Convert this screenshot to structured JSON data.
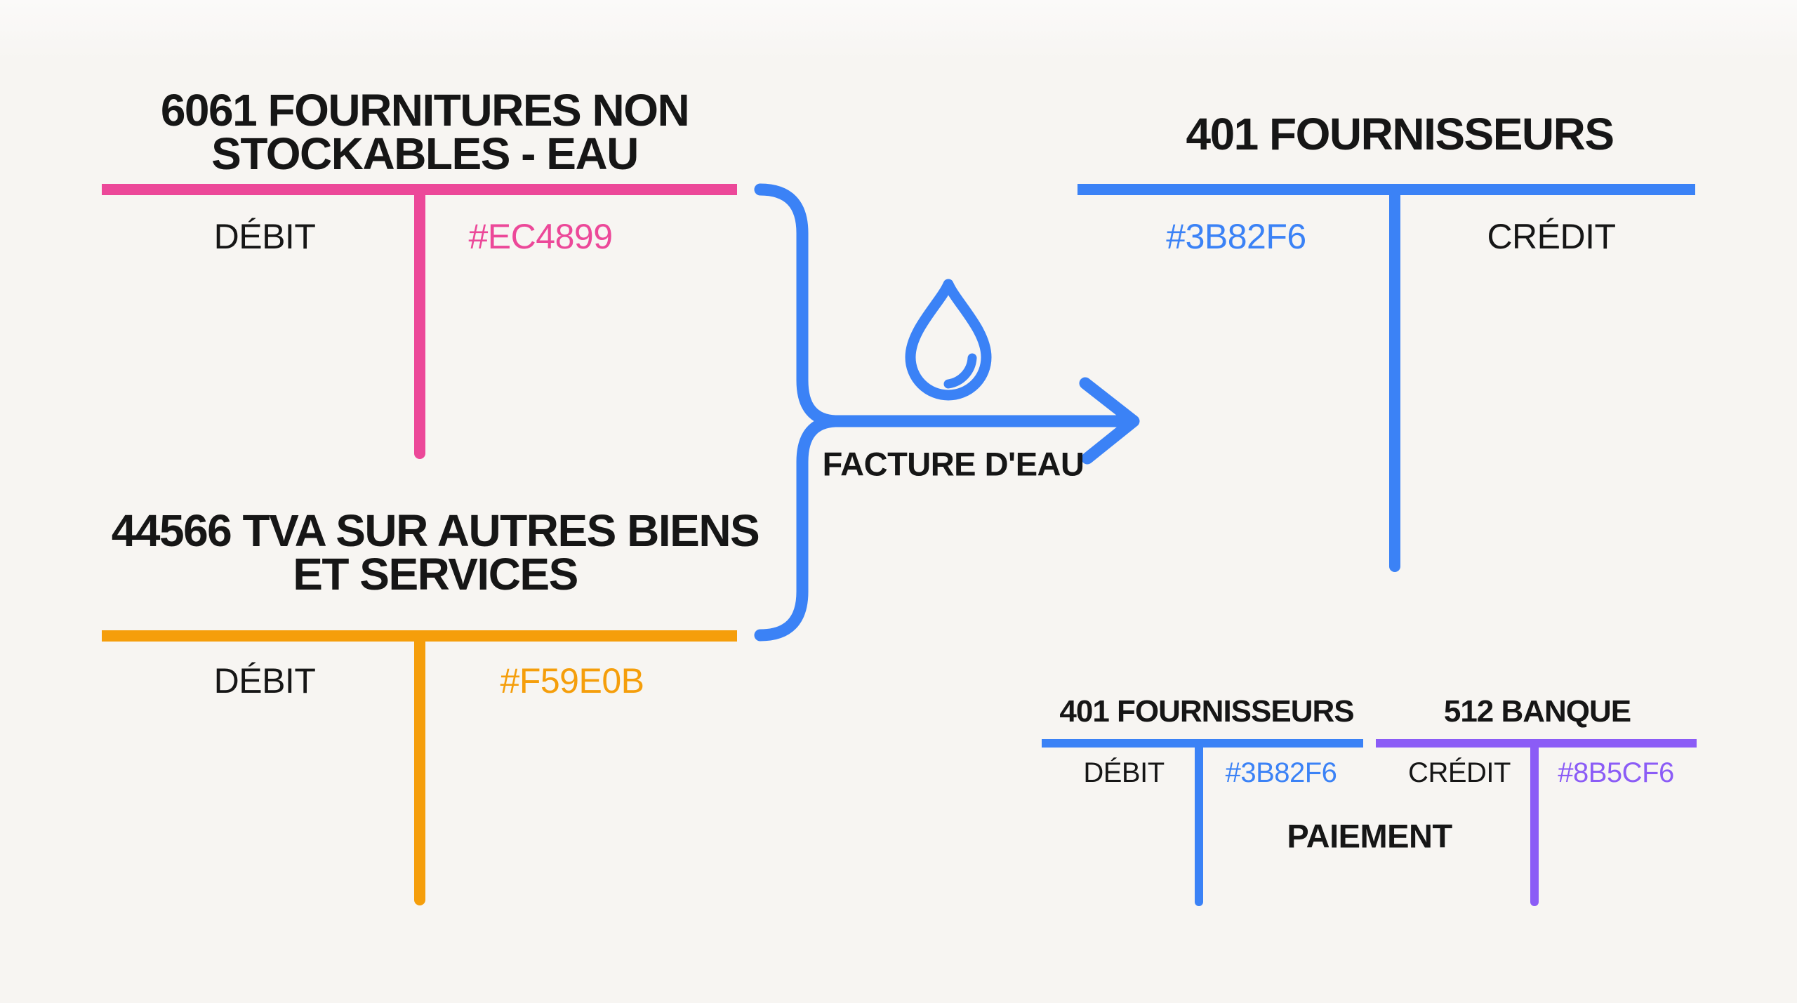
{
  "colors": {
    "pink": "#EC4899",
    "blue": "#3B82F6",
    "orange": "#F59E0B",
    "purple": "#8B5CF6",
    "ink": "#161616",
    "bg": "#F7F5F2",
    "bg_top": "#FBFAF9"
  },
  "diagram": {
    "accounts": {
      "supplies": {
        "title_line1": "6061 FOURNITURES NON",
        "title_line2": "STOCKABLES - EAU",
        "left_label": "DÉBIT",
        "right_label": "#EC4899",
        "color": "#EC4899"
      },
      "vat": {
        "title_line1": "44566 TVA SUR AUTRES BIENS",
        "title_line2": "ET SERVICES",
        "left_label": "DÉBIT",
        "right_label": "#F59E0B",
        "color": "#F59E0B"
      },
      "suppliers": {
        "title": "401 FOURNISSEURS",
        "left_label": "#3B82F6",
        "right_label": "CRÉDIT",
        "color": "#3B82F6"
      },
      "payment_suppliers": {
        "title": "401 FOURNISSEURS",
        "left_label": "DÉBIT",
        "right_label": "#3B82F6",
        "color": "#3B82F6"
      },
      "bank": {
        "title": "512 BANQUE",
        "left_label": "CRÉDIT",
        "right_label": "#8B5CF6",
        "color": "#8B5CF6"
      }
    },
    "flow": {
      "invoice_label": "FACTURE D'EAU",
      "payment_label": "PAIEMENT",
      "icon": "water-drop-icon"
    }
  }
}
